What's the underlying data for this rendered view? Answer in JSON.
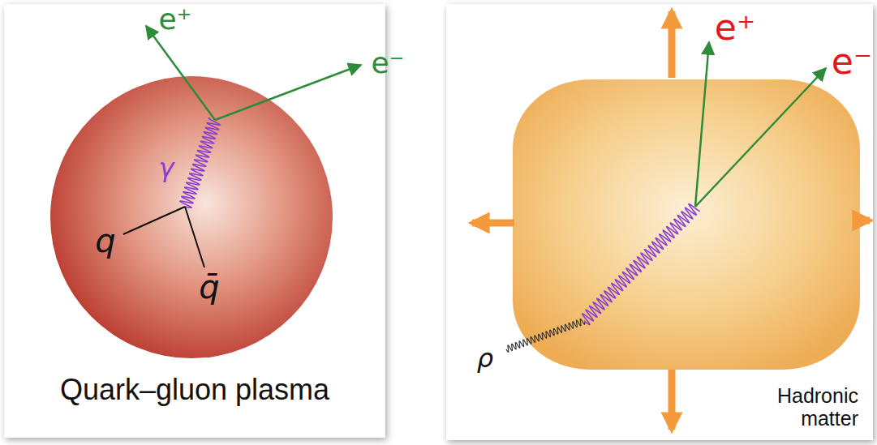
{
  "diagram": {
    "nodes": [
      {
        "text": [
          "Quark–gluon plasma"
        ]
      },
      {
        "text": [
          "Hadronic matter"
        ]
      }
    ],
    "labels": [
      "e⁺",
      "e⁻",
      "γ",
      "q",
      "q̄",
      "e⁺",
      "e⁻",
      "ρ"
    ]
  }
}
